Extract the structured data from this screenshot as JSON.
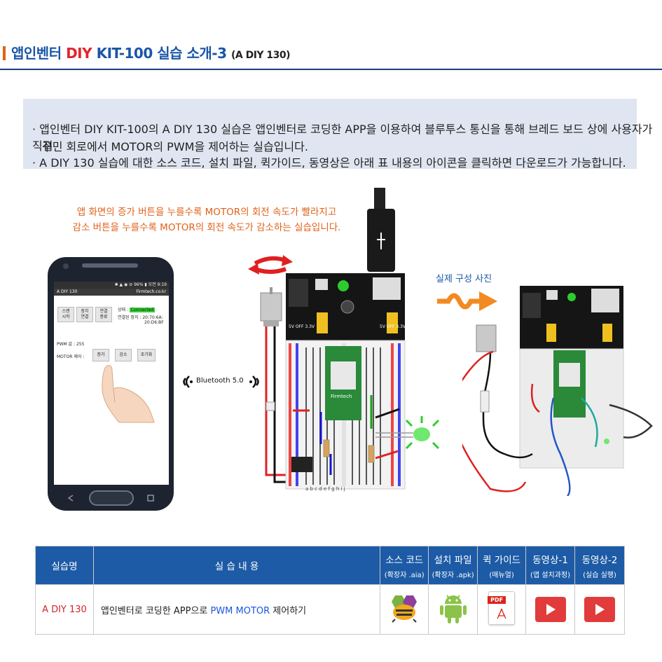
{
  "header": {
    "title_prefix": "앱인벤터 ",
    "title_diy": "DIY",
    "title_suffix": " KIT-100 실습 소개-3",
    "title_sub": "(A DIY 130)"
  },
  "info": {
    "line1": "· 앱인벤터 DIY KIT-100의 A DIY 130 실습은 앱인벤터로 코딩한 APP을 이용하여 블루투스 통신을 통해 브레드 보드 상에 사용자가 직접",
    "line2": "꾸민 회로에서 MOTOR의 PWM을 제어하는 실습입니다.",
    "line3": "· A DIY 130 실습에 대한 소스 코드, 설치 파일, 퀵가이드, 동영상은 아래 표 내용의 아이콘을 클릭하면 다운로드가 가능합니다."
  },
  "description": {
    "line1": "앱 화면의 증가 버튼을 누를수록 MOTOR의 회전 속도가 빨라지고",
    "line2": "감소 버튼을 누를수록 MOTOR의 회전 속도가 감소하는 실습입니다."
  },
  "phone": {
    "statusbar": "✱ ▲ ◉ ⊘ 96% ▮ 오전 9:19",
    "app_title": "A DIY 130",
    "app_brand": "Firmtech.co.kr",
    "btn_scan": "스캔\n시작",
    "btn_connect": "장치\n연결",
    "btn_disconnect": "연결\n종료",
    "status_label": "상태 :",
    "status_value": "Connected",
    "device_label": "연결된 장치 : 20:70:6A:",
    "device_value": "20:D6:BF",
    "pwm_label": "PWM 값 : 255",
    "motor_label": "MOTOR 제어 :",
    "btn_increase": "증가",
    "btn_decrease": "감소",
    "btn_reset": "초기화"
  },
  "bluetooth_label": "Bluetooth 5.0",
  "real_photo_label": "실제 구성 사진",
  "breadboard": {
    "power_labels": [
      "5V",
      "OFF",
      "3.3V"
    ],
    "module_brand": "Firmtech",
    "column_letters": "a b c d e   f g h i j"
  },
  "table": {
    "headers": [
      {
        "main": "실습명",
        "sub": ""
      },
      {
        "main": "실 습  내 용",
        "sub": ""
      },
      {
        "main": "소스 코드",
        "sub": "(확장자 .aia)"
      },
      {
        "main": "설치 파일",
        "sub": "(확장자 .apk)"
      },
      {
        "main": "퀵 가이드",
        "sub": "(매뉴얼)"
      },
      {
        "main": "동영상-1",
        "sub": "(앱 설치과정)"
      },
      {
        "main": "동영상-2",
        "sub": "(실습 실행)"
      }
    ],
    "row": {
      "name": "A DIY 130",
      "content_prefix": "앱인벤터로 코딩한 APP으로 ",
      "content_highlight": "PWM MOTOR",
      "content_suffix": " 제어하기",
      "icons": [
        "app-inventor-bee-icon",
        "android-icon",
        "pdf-icon",
        "play-icon",
        "play-icon"
      ],
      "pdf_tag": "PDF"
    }
  },
  "colors": {
    "title_blue": "#1a56a8",
    "diy_red": "#e3242b",
    "accent_orange": "#e0621a",
    "table_header": "#1d5ba6",
    "info_bg": "#dfe6f1"
  }
}
